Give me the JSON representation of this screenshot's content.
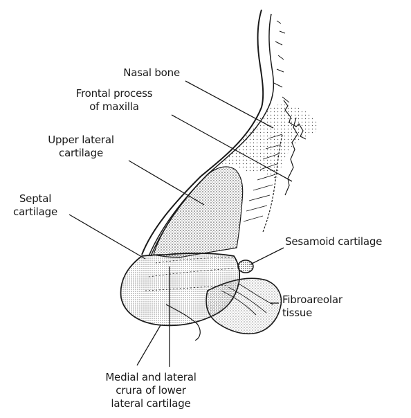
{
  "labels": {
    "nasal_bone": "Nasal bone",
    "frontal_process_line1": "Frontal process",
    "frontal_process_line2": "of maxilla",
    "upper_lateral_line1": "Upper lateral",
    "upper_lateral_line2": "cartilage",
    "septal_line1": "Septal",
    "septal_line2": "cartilage",
    "sesamoid": "Sesamoid cartilage",
    "fibroareolar_line1": "Fibroareolar",
    "fibroareolar_line2": "tissue",
    "crura_line1": "Medial and lateral",
    "crura_line2": "crura of lower",
    "crura_line3": "lateral cartilage"
  },
  "colors": {
    "ink": "#1a1a1a",
    "stipple": "#555555",
    "background": "#ffffff"
  }
}
